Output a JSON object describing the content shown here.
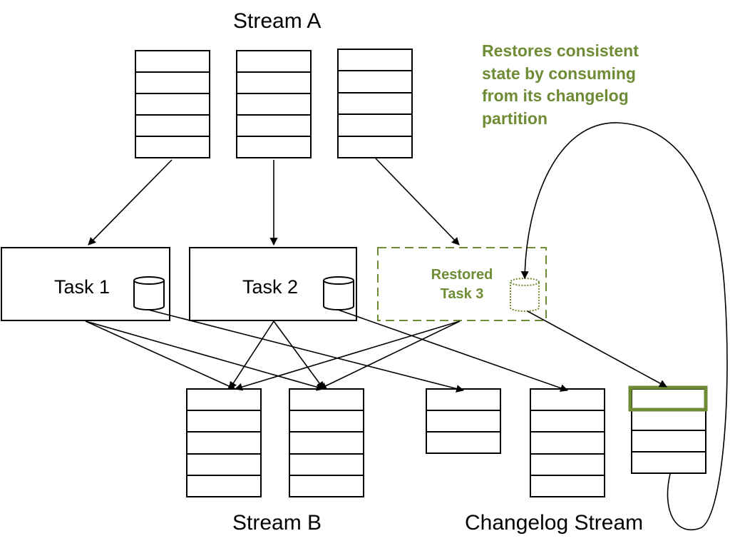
{
  "stream_a": {
    "title": "Stream A"
  },
  "stream_b": {
    "title": "Stream B"
  },
  "changelog_stream": {
    "title": "Changelog Stream"
  },
  "tasks": [
    {
      "label": "Task 1"
    },
    {
      "label": "Task 2"
    },
    {
      "label_line1": "Restored",
      "label_line2": "Task 3"
    }
  ],
  "annotation": {
    "lines": [
      "Restores consistent",
      "state by consuming",
      "from its changelog",
      "partition"
    ]
  },
  "colors": {
    "accent": "#6e8c35",
    "stroke": "#000000",
    "background": "#ffffff"
  }
}
